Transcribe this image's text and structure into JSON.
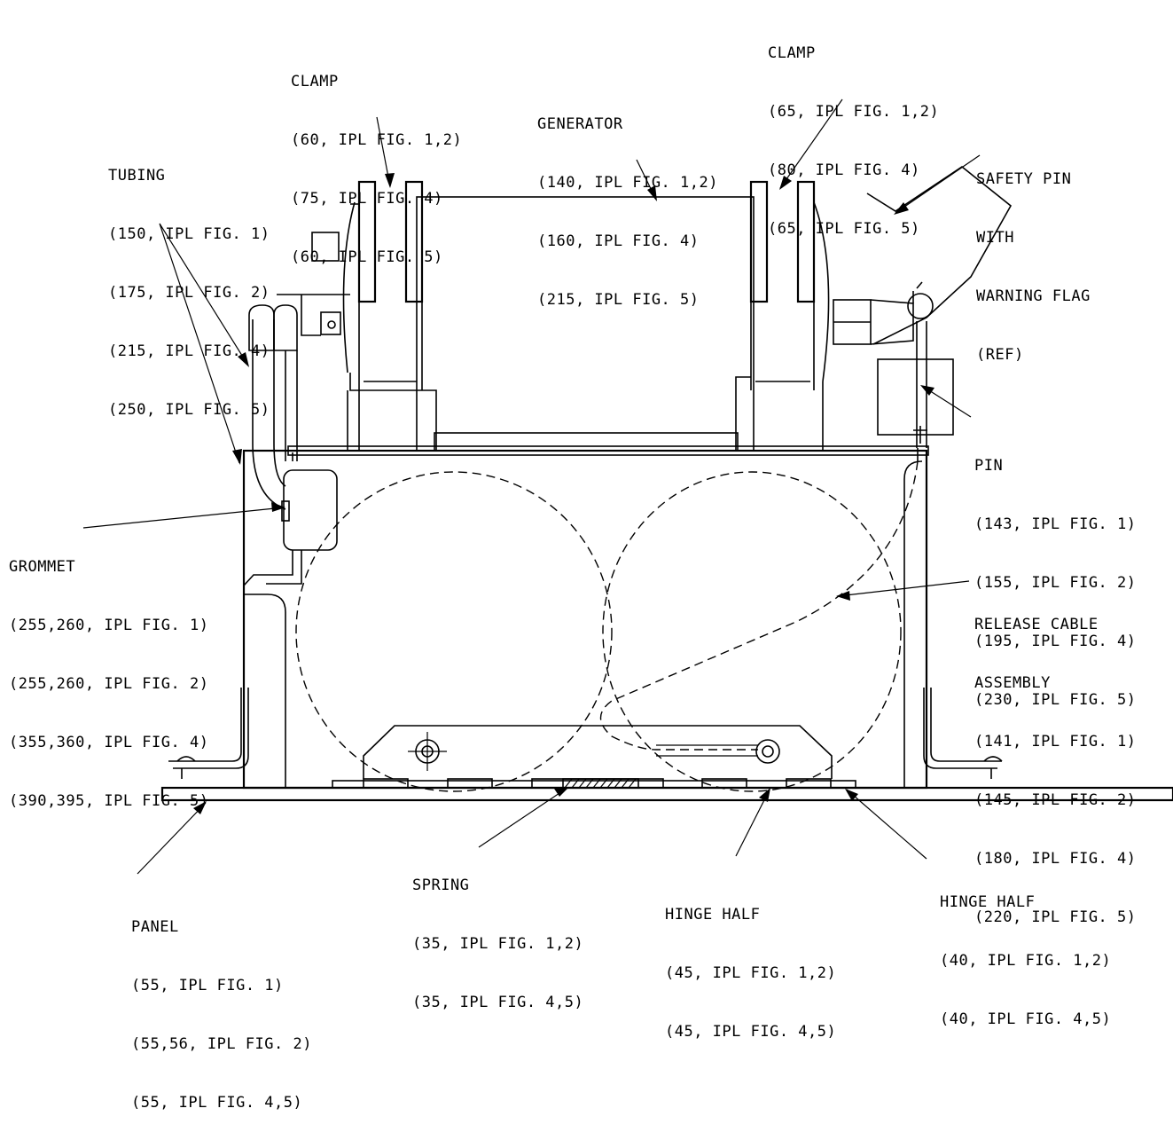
{
  "callouts": {
    "clamp_left": {
      "name": "CLAMP",
      "refs": [
        "(60, IPL FIG. 1,2)",
        "(75, IPL FIG. 4)",
        "(60, IPL FIG. 5)"
      ]
    },
    "generator": {
      "name": "GENERATOR",
      "refs": [
        "(140, IPL FIG. 1,2)",
        "(160, IPL FIG. 4)",
        "(215, IPL FIG. 5)"
      ]
    },
    "clamp_right": {
      "name": "CLAMP",
      "refs": [
        "(65, IPL FIG. 1,2)",
        "(80, IPL FIG. 4)",
        "(65, IPL FIG. 5)"
      ]
    },
    "tubing": {
      "name": "TUBING",
      "refs": [
        "(150, IPL FIG. 1)",
        "(175, IPL FIG. 2)",
        "(215, IPL FIG. 4)",
        "(250, IPL FIG. 5)"
      ]
    },
    "safety_pin": {
      "lines": [
        "SAFETY PIN",
        "WITH",
        "WARNING FLAG",
        "(REF)"
      ]
    },
    "pin": {
      "name": "PIN",
      "refs": [
        "(143, IPL FIG. 1)",
        "(155, IPL FIG. 2)",
        "(195, IPL FIG. 4)",
        "(230, IPL FIG. 5)"
      ]
    },
    "grommet": {
      "name": "GROMMET",
      "refs": [
        "(255,260, IPL FIG. 1)",
        "(255,260, IPL FIG. 2)",
        "(355,360, IPL FIG. 4)",
        "(390,395, IPL FIG. 5)"
      ]
    },
    "release_cable": {
      "name": [
        "RELEASE CABLE",
        "ASSEMBLY"
      ],
      "refs": [
        "(141, IPL FIG. 1)",
        "(145, IPL FIG. 2)",
        "(180, IPL FIG. 4)",
        "(220, IPL FIG. 5)"
      ]
    },
    "spring": {
      "name": "SPRING",
      "refs": [
        "(35, IPL FIG. 1,2)",
        "(35, IPL FIG. 4,5)"
      ]
    },
    "hinge_half_mid": {
      "name": "HINGE HALF",
      "refs": [
        "(45, IPL FIG. 1,2)",
        "(45, IPL FIG. 4,5)"
      ]
    },
    "hinge_half_right": {
      "name": "HINGE HALF",
      "refs": [
        "(40, IPL FIG. 1,2)",
        "(40, IPL FIG. 4,5)"
      ]
    },
    "panel": {
      "name": "PANEL",
      "refs": [
        "(55, IPL FIG. 1)",
        "(55,56, IPL FIG. 2)",
        "(55, IPL FIG. 4,5)"
      ]
    }
  }
}
